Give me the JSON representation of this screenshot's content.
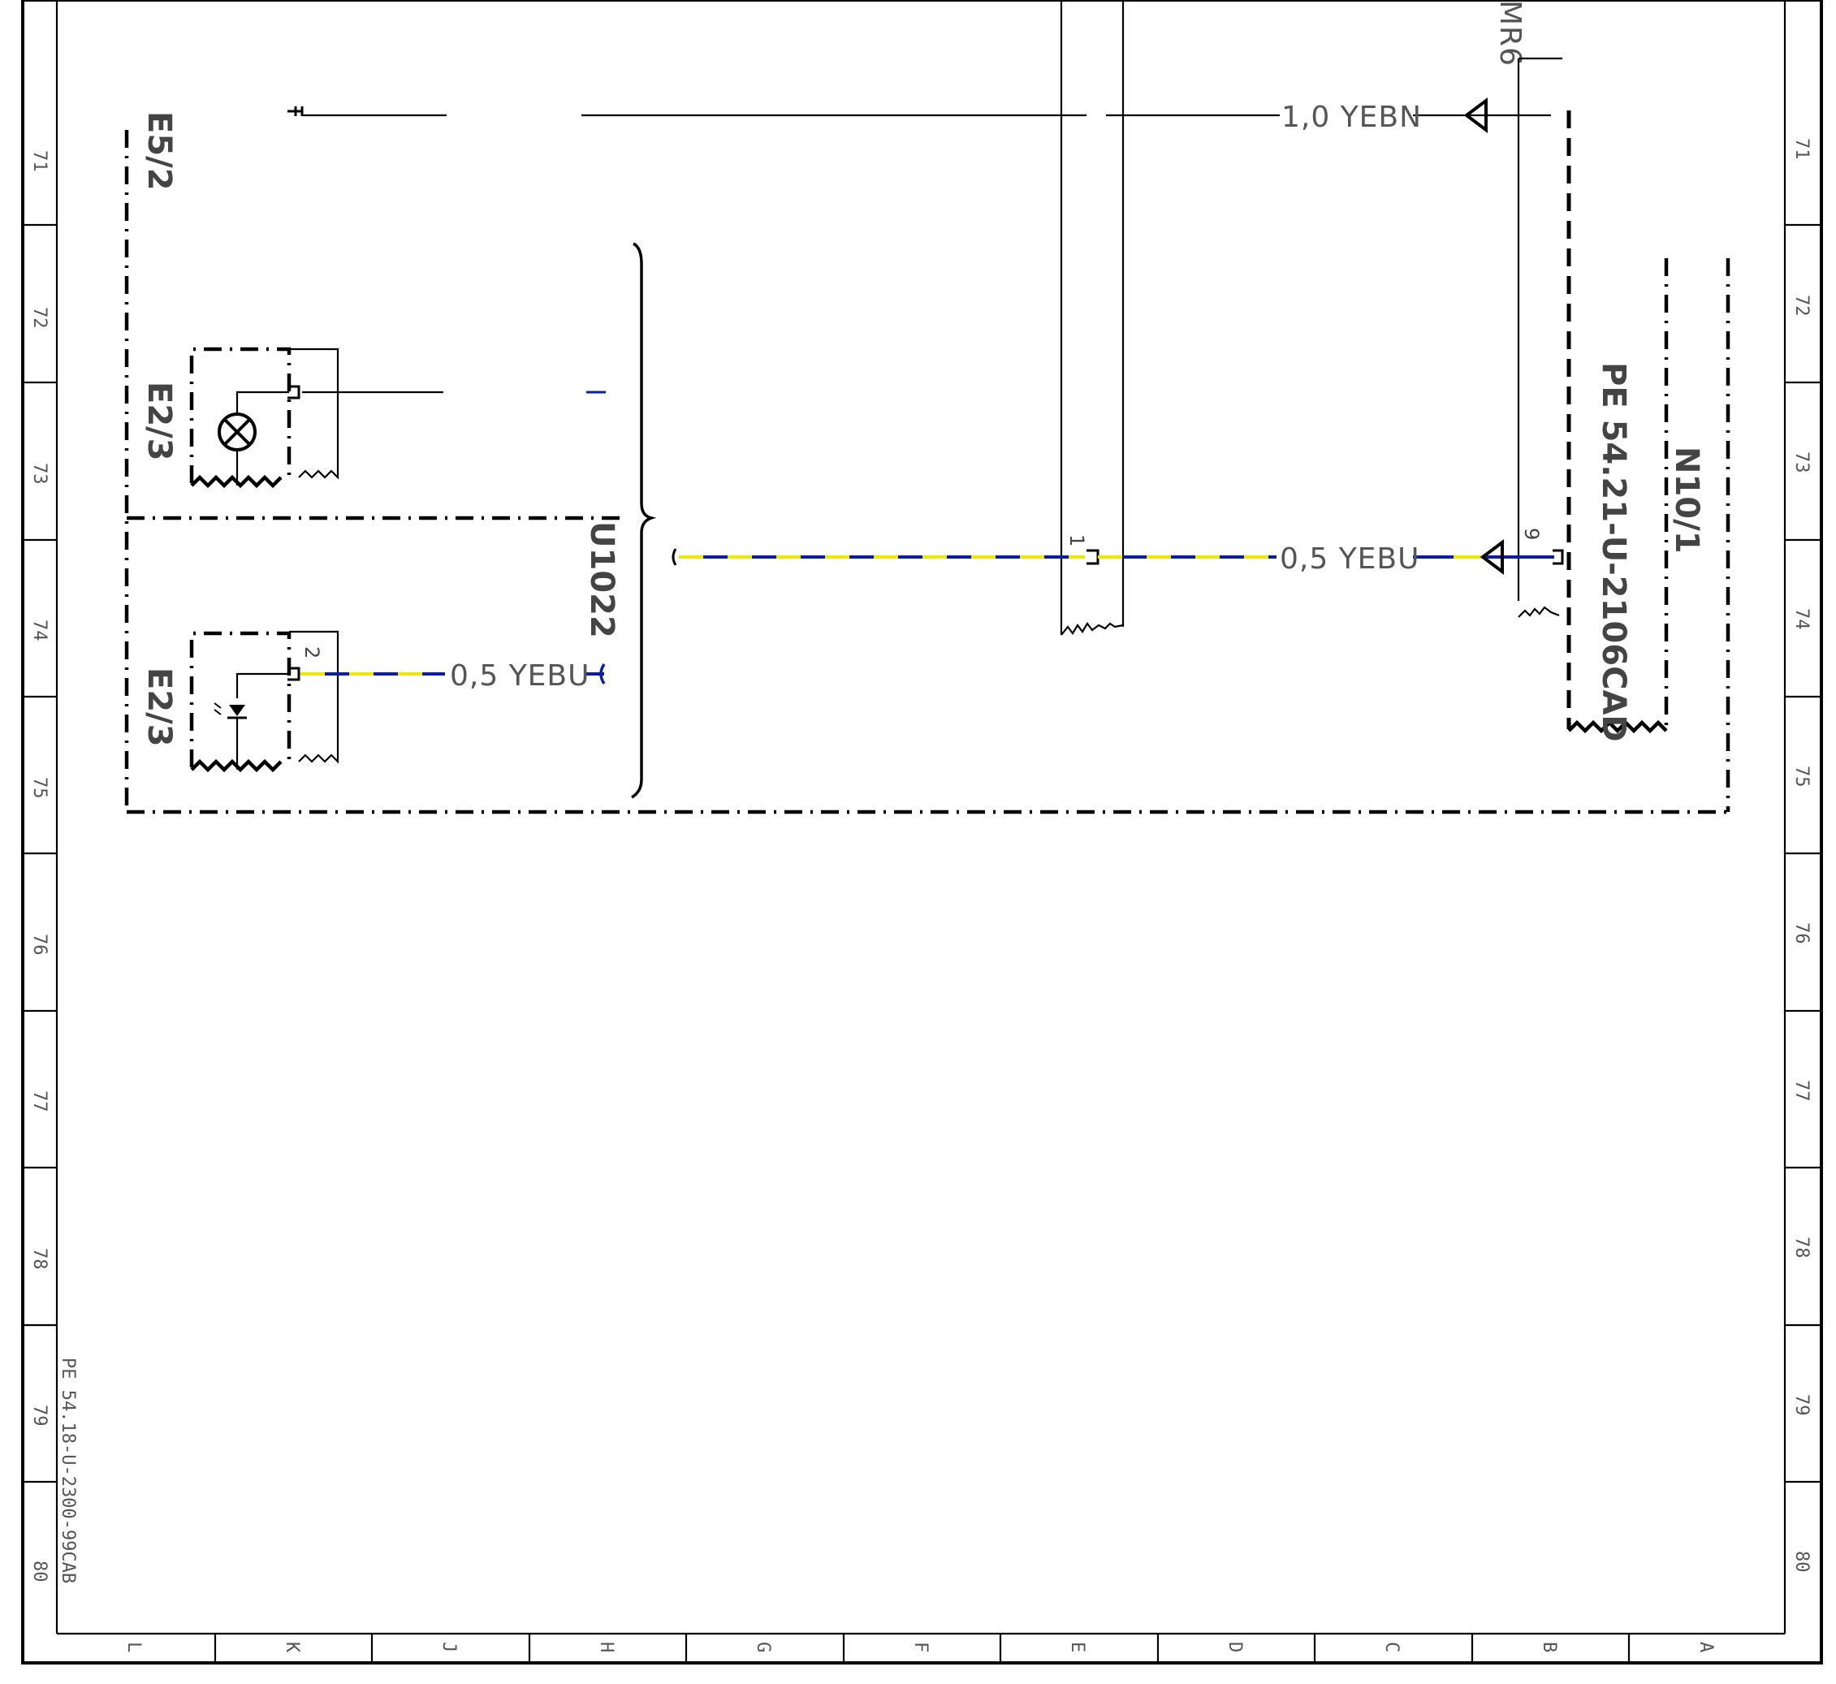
{
  "colors": {
    "wire_yellow": "#f2e600",
    "wire_blue": "#0a1fa0",
    "line": "#000000",
    "text": "#555555"
  },
  "row_labels": [
    "71",
    "72",
    "73",
    "74",
    "75",
    "76",
    "77",
    "78",
    "79",
    "80"
  ],
  "col_labels": [
    "L",
    "K",
    "J",
    "H",
    "G",
    "F",
    "E",
    "D",
    "C",
    "B",
    "A"
  ],
  "drawing_number": "PE 54.18-U-2300-99CAB",
  "components": {
    "e5_2": "E5/2",
    "e2_3_upper": "E2/3",
    "e2_3_lower": "E2/3",
    "u1022": "U1022",
    "n10_1": "N10/1",
    "n10_1_ref": "PE 54.21-U-2106CAD",
    "mr6": "MR6"
  },
  "wires": {
    "top": "1,0 YEBN",
    "middle": "0,5 YEBU",
    "lower": "0,5 YEBU"
  },
  "pins": {
    "n10_pin": "9",
    "connector_pin": "1",
    "e2_3_pin": "2"
  },
  "icons": [
    "lamp-icon",
    "led-icon",
    "connector-icon",
    "arrow-icon"
  ]
}
